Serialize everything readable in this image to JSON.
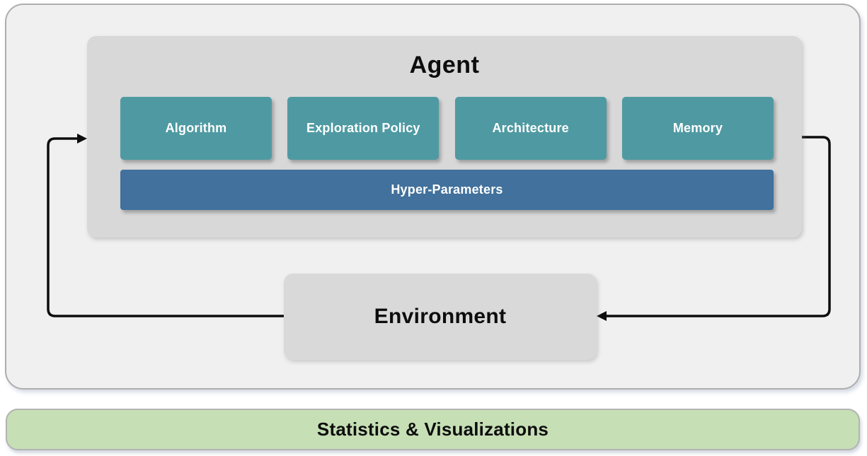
{
  "agent": {
    "title": "Agent",
    "components": [
      "Algorithm",
      "Exploration Policy",
      "Architecture",
      "Memory"
    ],
    "hyperparameters_label": "Hyper-Parameters"
  },
  "environment": {
    "label": "Environment"
  },
  "footer": {
    "label": "Statistics & Visualizations"
  },
  "colors": {
    "teal": "#4f9aa2",
    "blue": "#41719c",
    "agent_fill": "#d8d8d8",
    "env_fill": "#d9d9d9",
    "panel_fill": "#f0f0f1",
    "panel_border": "#aeaeae",
    "green_fill": "#c6dfb5",
    "green_border": "#b3b3b3",
    "arrow": "#0d0d0d"
  }
}
